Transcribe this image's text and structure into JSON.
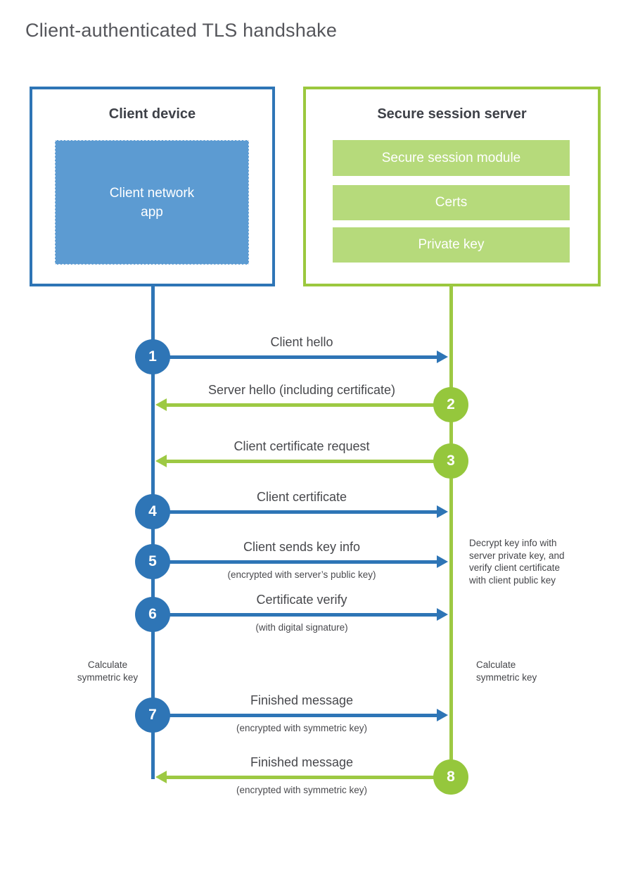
{
  "title": "Client-authenticated TLS handshake",
  "client": {
    "title": "Client device",
    "app_label": "Client network\napp"
  },
  "server": {
    "title": "Secure session server",
    "modules": [
      "Secure session module",
      "Certs",
      "Private key"
    ]
  },
  "steps": [
    {
      "number": "1",
      "actor": "client",
      "direction": "right",
      "label": "Client hello",
      "sublabel": ""
    },
    {
      "number": "2",
      "actor": "server",
      "direction": "left",
      "label": "Server hello (including certificate)",
      "sublabel": ""
    },
    {
      "number": "3",
      "actor": "server",
      "direction": "left",
      "label": "Client certificate request",
      "sublabel": ""
    },
    {
      "number": "4",
      "actor": "client",
      "direction": "right",
      "label": "Client certificate",
      "sublabel": ""
    },
    {
      "number": "5",
      "actor": "client",
      "direction": "right",
      "label": "Client sends key info",
      "sublabel": "(encrypted with server’s public key)"
    },
    {
      "number": "6",
      "actor": "client",
      "direction": "right",
      "label": "Certificate verify",
      "sublabel": "(with digital signature)"
    },
    {
      "number": "7",
      "actor": "client",
      "direction": "right",
      "label": "Finished message",
      "sublabel": "(encrypted with symmetric key)"
    },
    {
      "number": "8",
      "actor": "server",
      "direction": "left",
      "label": "Finished message",
      "sublabel": "(encrypted with symmetric key)"
    }
  ],
  "notes": {
    "decrypt": "Decrypt key info with\nserver private key, and\nverify client certificate\nwith client public key",
    "calc_left": "Calculate\nsymmetric key",
    "calc_right": "Calculate\nsymmetric key"
  },
  "colors": {
    "client_accent": "#2e75b6",
    "client_fill": "#5c9bd2",
    "server_accent": "#9dc943",
    "server_fill": "#b6da7b",
    "text": "#47484c"
  }
}
